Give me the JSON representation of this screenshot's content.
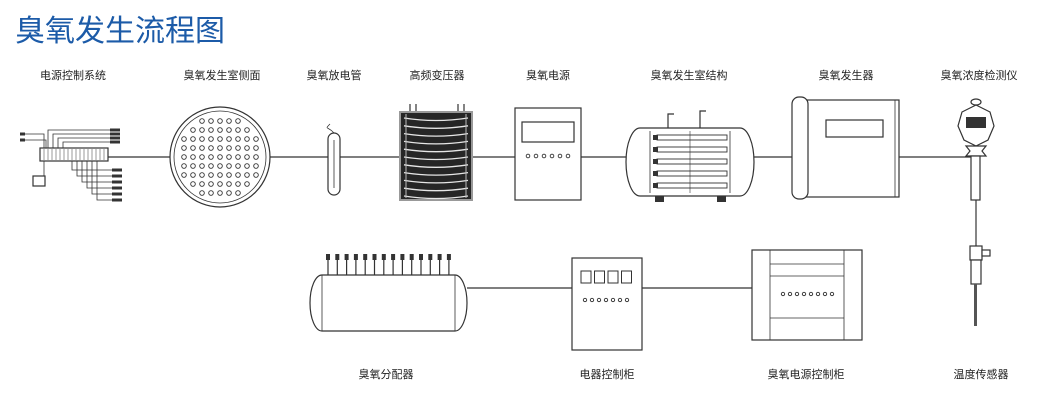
{
  "title": "臭氧发生流程图",
  "colors": {
    "title": "#1c5ba8",
    "stroke": "#333333",
    "text": "#222222"
  },
  "components": {
    "power_control_system": {
      "label": "电源控制系统"
    },
    "generator_chamber_side": {
      "label": "臭氧发生室侧面"
    },
    "discharge_tube": {
      "label": "臭氧放电管"
    },
    "hf_transformer": {
      "label": "高频变压器"
    },
    "ozone_power_supply": {
      "label": "臭氧电源"
    },
    "generator_chamber_structure": {
      "label": "臭氧发生室结构"
    },
    "ozone_generator": {
      "label": "臭氧发生器"
    },
    "concentration_detector": {
      "label": "臭氧浓度检测仪"
    },
    "ozone_distributor": {
      "label": "臭氧分配器"
    },
    "electrical_cabinet": {
      "label": "电器控制柜"
    },
    "power_control_cabinet": {
      "label": "臭氧电源控制柜"
    },
    "temperature_sensor": {
      "label": "温度传感器"
    }
  }
}
